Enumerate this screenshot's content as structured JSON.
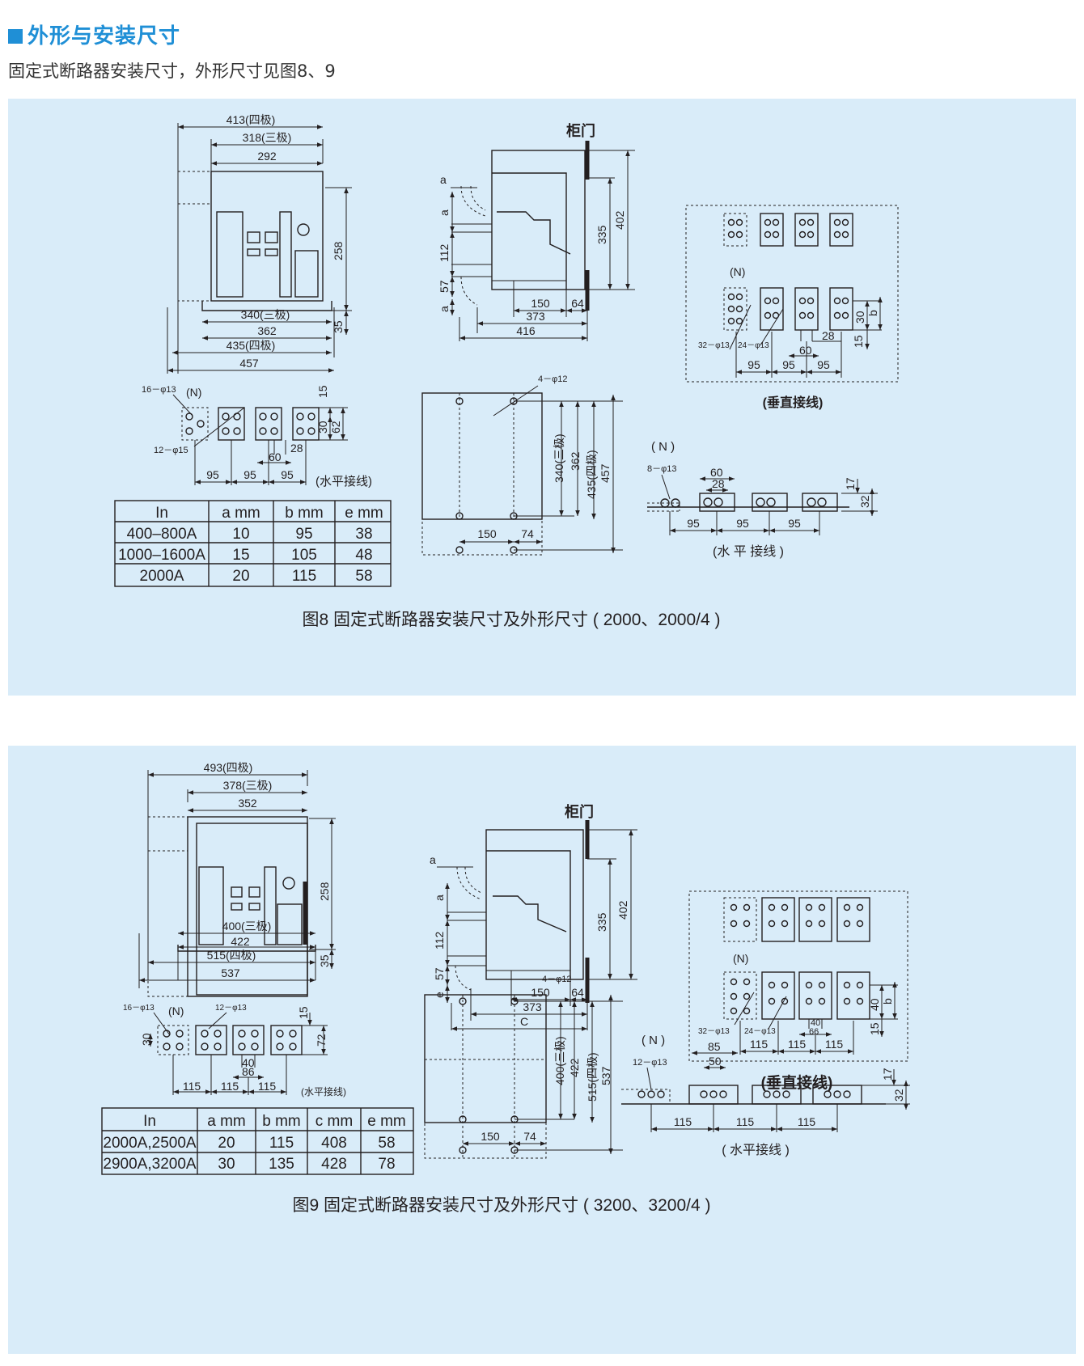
{
  "heading": "外形与安装尺寸",
  "intro": "固定式断路器安装尺寸，外形尺寸见图8、9",
  "fig8": {
    "caption": "图8 固定式断路器安装尺寸及外形尺寸 ( 2000、2000/4 )",
    "front": {
      "d413": "413(四极)",
      "d318": "318(三极)",
      "d292": "292",
      "d258": "258",
      "d340": "340(三极)",
      "d362": "362",
      "d435": "435(四极)",
      "d457": "457",
      "d35": "35"
    },
    "side": {
      "door": "柜门",
      "a1": "a",
      "a2": "a",
      "d112": "112",
      "d57": "57",
      "a3": "a",
      "d335": "335",
      "d402": "402",
      "d150": "150",
      "d64": "64",
      "d373": "373",
      "d416": "416"
    },
    "horiz": {
      "d16": "16－φ13",
      "N": "(N)",
      "d12": "12－φ15",
      "d15": "15",
      "d30": "30",
      "d62": "62",
      "d28": "28",
      "d60": "60",
      "p1": "95",
      "p2": "95",
      "p3": "95",
      "label": "(水平接线)"
    },
    "mount": {
      "holes": "4－φ12",
      "d340": "340(三极)",
      "d362": "362",
      "d435": "435(四极)",
      "d457": "457",
      "d150": "150",
      "d74": "74"
    },
    "vert": {
      "N": "(N)",
      "d32": "32－φ13",
      "d24": "24－φ13",
      "d30": "30",
      "b": "b",
      "d28": "28",
      "d60": "60",
      "d15": "15",
      "p1": "95",
      "p2": "95",
      "p3": "95",
      "label": "(垂直接线)"
    },
    "horiz2": {
      "N": "( N )",
      "d8": "8－φ13",
      "d60": "60",
      "d28": "28",
      "d17": "17",
      "d32": "32",
      "p1": "95",
      "p2": "95",
      "p3": "95",
      "label": "(水 平 接线 )"
    },
    "table": {
      "headers": [
        "In",
        "a mm",
        "b mm",
        "e mm"
      ],
      "rows": [
        [
          "400–800A",
          "10",
          "95",
          "38"
        ],
        [
          "1000–1600A",
          "15",
          "105",
          "48"
        ],
        [
          "2000A",
          "20",
          "115",
          "58"
        ]
      ]
    }
  },
  "fig9": {
    "caption": "图9 固定式断路器安装尺寸及外形尺寸 ( 3200、3200/4 )",
    "front": {
      "d493": "493(四极)",
      "d378": "378(三极)",
      "d352": "352",
      "d258": "258",
      "d400": "400(三极)",
      "d422": "422",
      "d515": "515(四极)",
      "d537": "537",
      "d35": "35"
    },
    "side": {
      "door": "柜门",
      "a1": "a",
      "a2": "a",
      "d112": "112",
      "d57": "57",
      "e": "e",
      "d335": "335",
      "d402": "402",
      "d150": "150",
      "d64": "64",
      "d373": "373",
      "C": "C"
    },
    "horiz": {
      "d16": "16－φ13",
      "N": "(N)",
      "d12": "12－φ13",
      "d30": "30",
      "d15": "15",
      "d72": "72",
      "d40": "40",
      "d86": "86",
      "p1": "115",
      "p2": "115",
      "p3": "115",
      "label": "(水平接线)"
    },
    "mount": {
      "holes": "4－φ12",
      "d400": "400(三极)",
      "d422": "422",
      "d515": "515(四极)",
      "d537": "537",
      "d150": "150",
      "d74": "74"
    },
    "vert": {
      "N": "(N)",
      "d32": "32－φ13",
      "d24": "24－φ13",
      "d40": "40",
      "b": "b",
      "d40b": "40",
      "d66": "66",
      "d15": "15",
      "p1": "115",
      "p2": "115",
      "p3": "115",
      "label": "(垂直接线)"
    },
    "horiz2": {
      "N": "( N )",
      "d12": "12－φ13",
      "d85": "85",
      "d50": "50",
      "d17": "17",
      "d32": "32",
      "p1": "115",
      "p2": "115",
      "p3": "115",
      "label": "( 水平接线 )"
    },
    "table": {
      "headers": [
        "In",
        "a mm",
        "b mm",
        "c mm",
        "e mm"
      ],
      "rows": [
        [
          "2000A,2500A",
          "20",
          "115",
          "408",
          "58"
        ],
        [
          "2900A,3200A",
          "30",
          "135",
          "428",
          "78"
        ]
      ]
    }
  }
}
